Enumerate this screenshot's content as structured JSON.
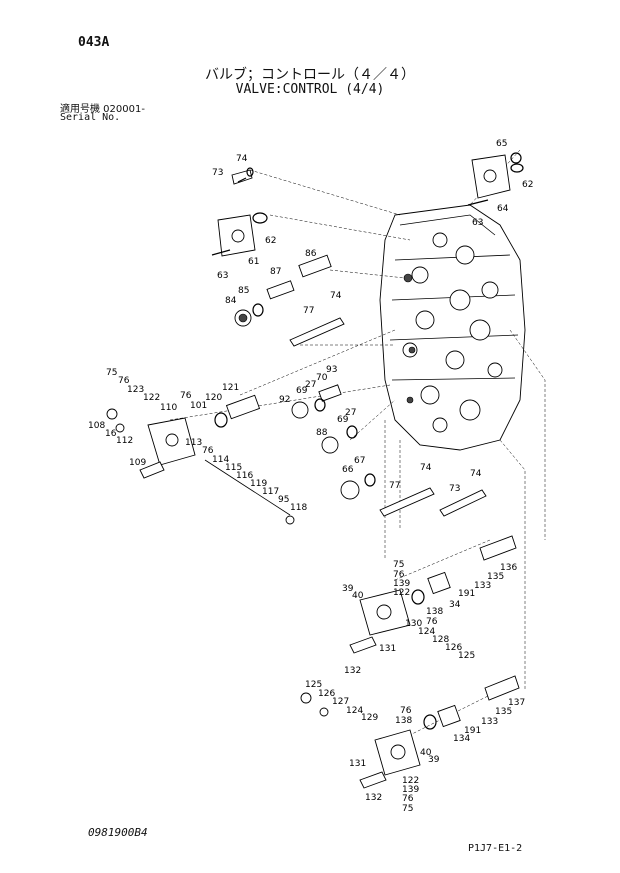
{
  "header": {
    "page_code": "043A",
    "title_jp": "バルブ；コントロール（４／４）",
    "title_en": "VALVE:CONTROL (4/4)",
    "serial_jp": "適用号機 020001-",
    "serial_en": "Serial No."
  },
  "footer": {
    "doc_code": "0981900B4",
    "sheet_code": "P1J7-E1-2"
  },
  "part_labels": [
    "65",
    "62",
    "64",
    "63",
    "74",
    "73",
    "62",
    "61",
    "63",
    "86",
    "87",
    "85",
    "84",
    "77",
    "74",
    "75",
    "76",
    "123",
    "122",
    "110",
    "101",
    "76",
    "120",
    "121",
    "93",
    "70",
    "27",
    "69",
    "92",
    "69",
    "27",
    "108",
    "16",
    "112",
    "113",
    "76",
    "114",
    "115",
    "116",
    "119",
    "117",
    "95",
    "118",
    "109",
    "88",
    "66",
    "67",
    "74",
    "77",
    "73",
    "74",
    "75",
    "76",
    "139",
    "122",
    "39",
    "40",
    "138",
    "34",
    "191",
    "133",
    "135",
    "136",
    "130",
    "76",
    "124",
    "128",
    "126",
    "125",
    "131",
    "132",
    "125",
    "126",
    "127",
    "124",
    "129",
    "76",
    "138",
    "134",
    "191",
    "133",
    "135",
    "137",
    "40",
    "39",
    "122",
    "139",
    "76",
    "75",
    "131",
    "132"
  ]
}
